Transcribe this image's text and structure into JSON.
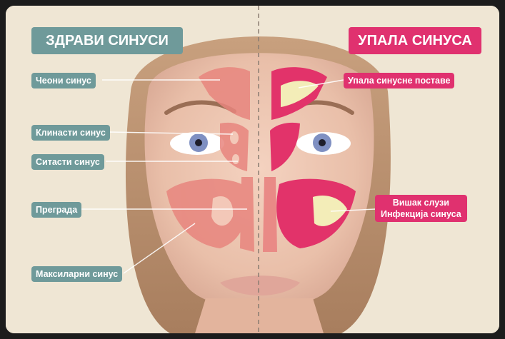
{
  "titles": {
    "healthy": "ЗДРАВИ СИНУСИ",
    "inflamed": "УПАЛА СИНУСА"
  },
  "left_labels": [
    "Чеони синус",
    "Клинасти синус",
    "Ситасти синус",
    "Преграда",
    "Максиларни синус"
  ],
  "right_labels": {
    "mucosa": "Упала синусне поставе",
    "excess_line1": "Вишак слузи",
    "excess_line2": "Инфекција синуса"
  },
  "colors": {
    "teal": "#6f9a9a",
    "pink": "#e0316f",
    "healthy_sinus": "#e8857e",
    "inflamed_sinus": "#e2336a",
    "mucus": "#f3edb8"
  }
}
